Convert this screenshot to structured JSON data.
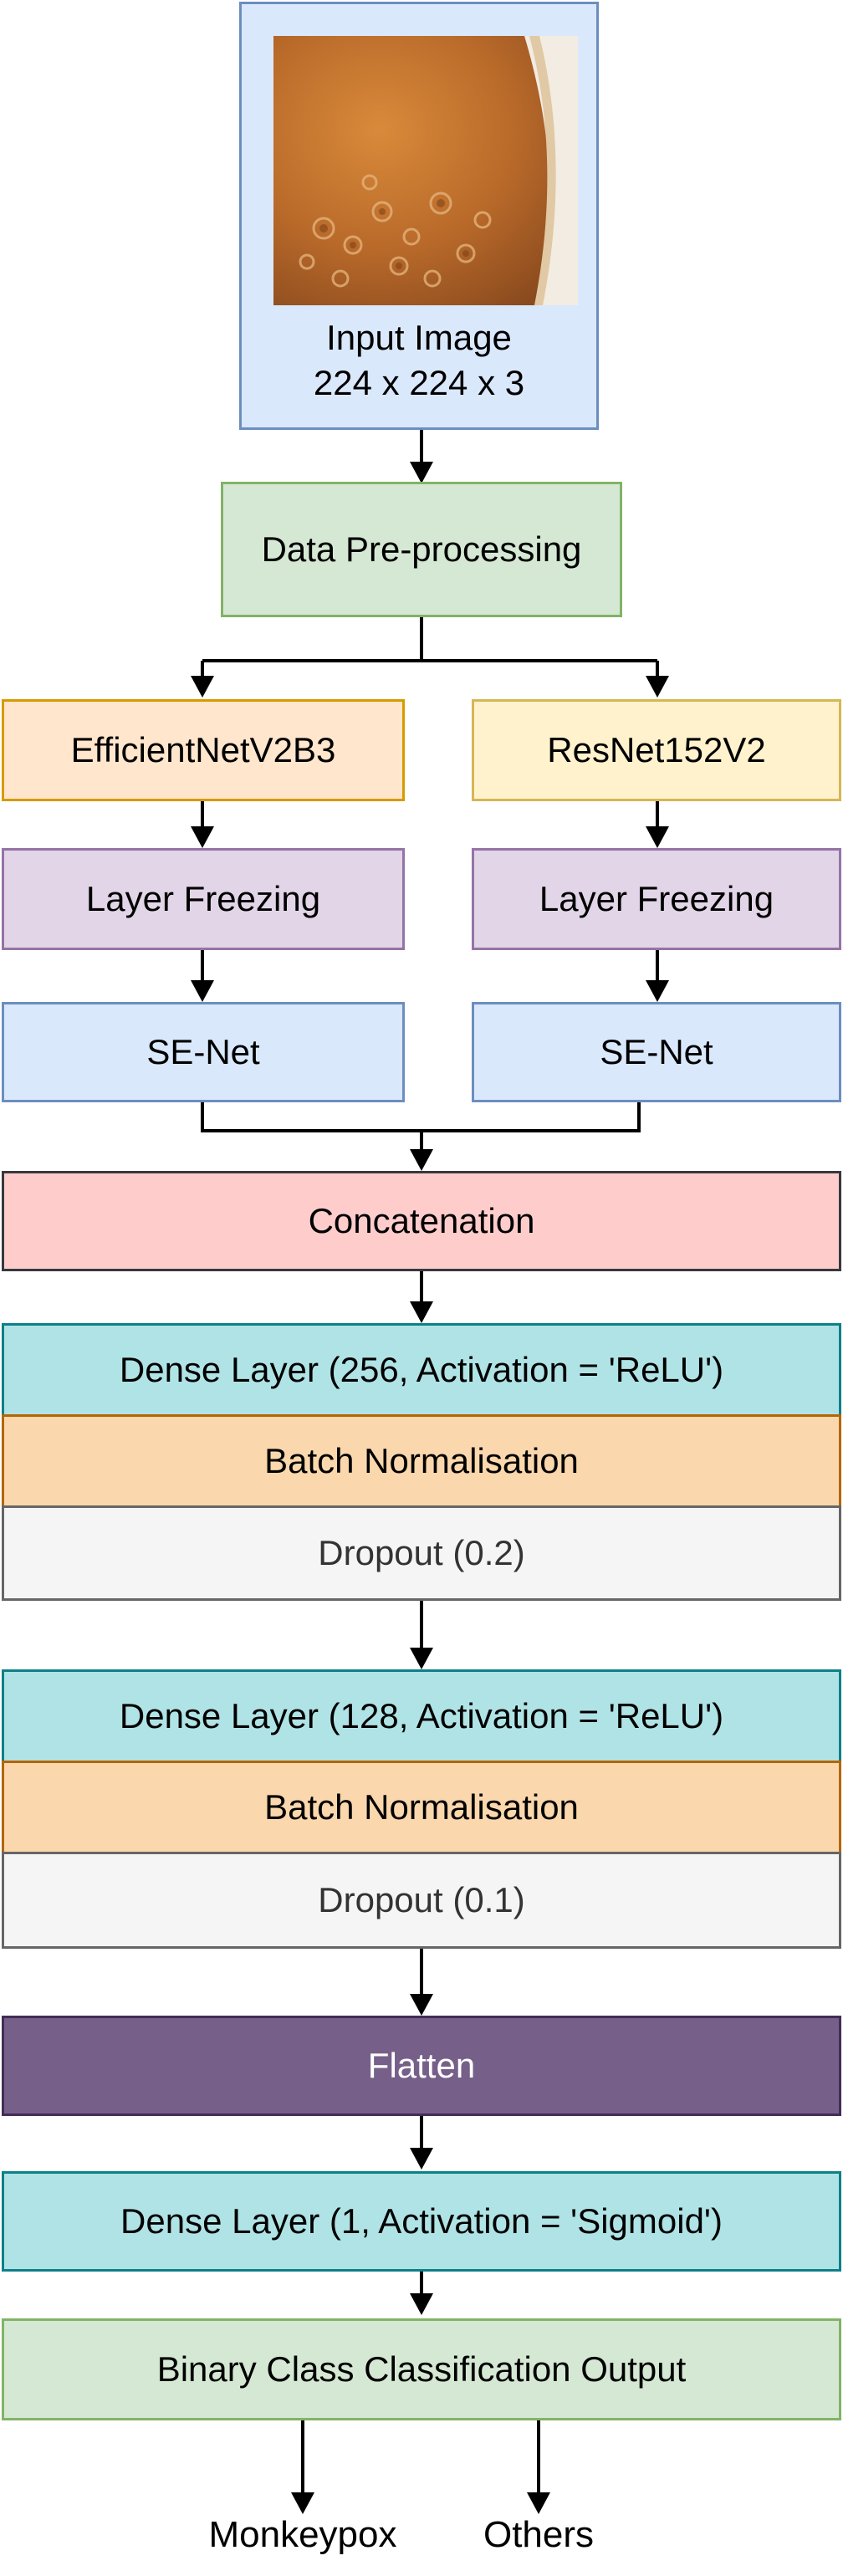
{
  "input": {
    "title": "Input Image",
    "size": "224 x 224 x 3"
  },
  "nodes": {
    "preprocessing": "Data Pre-processing",
    "backbone_left": "EfficientNetV2B3",
    "backbone_right": "ResNet152V2",
    "freeze_left": "Layer Freezing",
    "freeze_right": "Layer Freezing",
    "senet_left": "SE-Net",
    "senet_right": "SE-Net",
    "concat": "Concatenation",
    "dense1": "Dense Layer (256, Activation = 'ReLU')",
    "bn1": "Batch Normalisation",
    "dropout1": "Dropout (0.2)",
    "dense2": "Dense Layer (128, Activation = 'ReLU')",
    "bn2": "Batch Normalisation",
    "dropout2": "Dropout (0.1)",
    "flatten": "Flatten",
    "dense3": "Dense Layer (1, Activation = 'Sigmoid')",
    "output": "Binary Class Classification Output"
  },
  "outputs": {
    "class_a": "Monkeypox",
    "class_b": "Others"
  },
  "colors": {
    "blue_fill": "#dae8fc",
    "blue_stroke": "#6c8ebf",
    "green_fill": "#d5e8d4",
    "green_stroke": "#82b366",
    "orange_fill": "#ffe6cc",
    "orange_stroke": "#d79b00",
    "yellow_fill": "#fff2cc",
    "yellow_stroke": "#d6b656",
    "purple_fill": "#e1d5e7",
    "purple_stroke": "#9673a6",
    "red_fill": "#ffcccc",
    "teal_fill": "#b0e3e6",
    "teal_stroke": "#0e8088",
    "peach_fill": "#fad7ac",
    "peach_stroke": "#b46504",
    "grey_fill": "#f5f5f5",
    "grey_stroke": "#666666",
    "dark_fill": "#76608a",
    "dark_stroke": "#432d57"
  }
}
